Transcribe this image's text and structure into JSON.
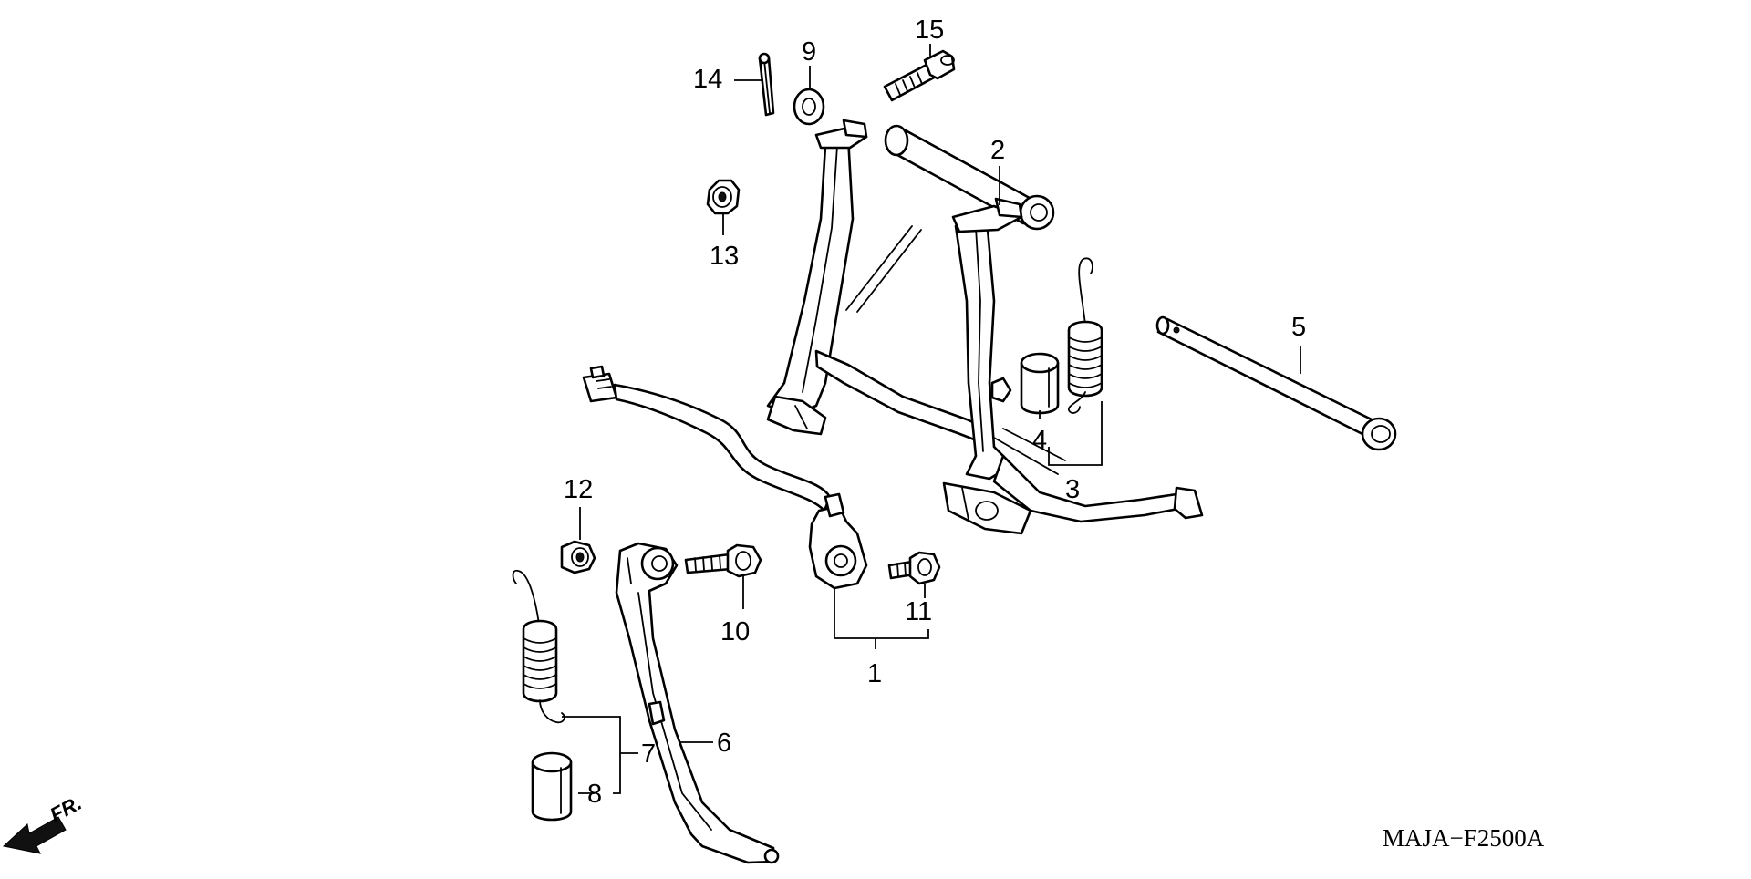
{
  "diagram": {
    "code": "MAJA−F2500A",
    "direction_label": "FR.",
    "callouts": [
      {
        "id": "1",
        "label": "1"
      },
      {
        "id": "2",
        "label": "2"
      },
      {
        "id": "3",
        "label": "3"
      },
      {
        "id": "4",
        "label": "4"
      },
      {
        "id": "5",
        "label": "5"
      },
      {
        "id": "6",
        "label": "6"
      },
      {
        "id": "7",
        "label": "7"
      },
      {
        "id": "8",
        "label": "8"
      },
      {
        "id": "9",
        "label": "9"
      },
      {
        "id": "10",
        "label": "10"
      },
      {
        "id": "11",
        "label": "11"
      },
      {
        "id": "12",
        "label": "12"
      },
      {
        "id": "13",
        "label": "13"
      },
      {
        "id": "14",
        "label": "14"
      },
      {
        "id": "15",
        "label": "15"
      }
    ]
  }
}
